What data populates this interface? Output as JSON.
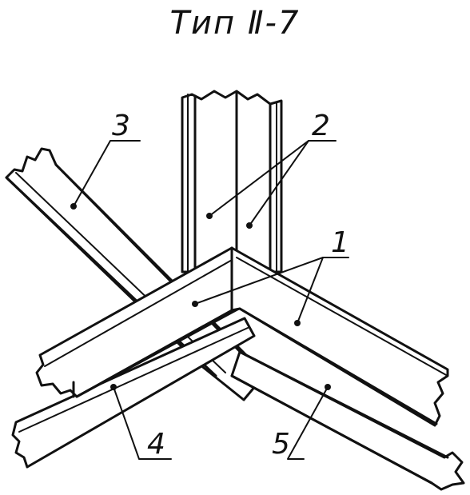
{
  "title": "Тип Ⅱ-7",
  "labels": {
    "l1": "1",
    "l2": "2",
    "l3": "3",
    "l4": "4",
    "l5": "5"
  },
  "colors": {
    "ink": "#111111",
    "paper": "#ffffff"
  }
}
